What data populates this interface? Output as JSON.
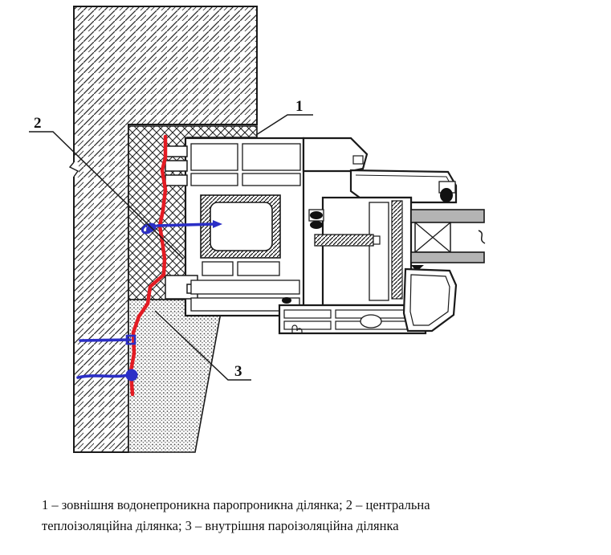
{
  "figure": {
    "title_semantic": "window-installation-joint-cross-section",
    "callouts": [
      {
        "label": "1",
        "points_to": "outer waterproof vapour-permeable layer"
      },
      {
        "label": "2",
        "points_to": "central thermal-insulation layer"
      },
      {
        "label": "3",
        "points_to": "inner vapour-barrier layer"
      }
    ],
    "colors": {
      "drawing_line": "#1a1a1a",
      "sealant_line_red": "#e31b23",
      "annotation_blue": "#2b2fc6",
      "glass_pane_gray": "#b4b4b4",
      "background": "#ffffff"
    },
    "legend_icons": [
      "diagonal-hatch-wall",
      "cross-hatch-insulation",
      "stipple-vapour-barrier",
      "steel-reinforcement-hatch"
    ]
  },
  "caption": {
    "line1": "1 – зовнішня водонепроникна паропроникна ділянка; 2 – центральна",
    "line2": "теплоізоляційна ділянка; 3 – внутрішня пароізоляційна ділянка"
  }
}
